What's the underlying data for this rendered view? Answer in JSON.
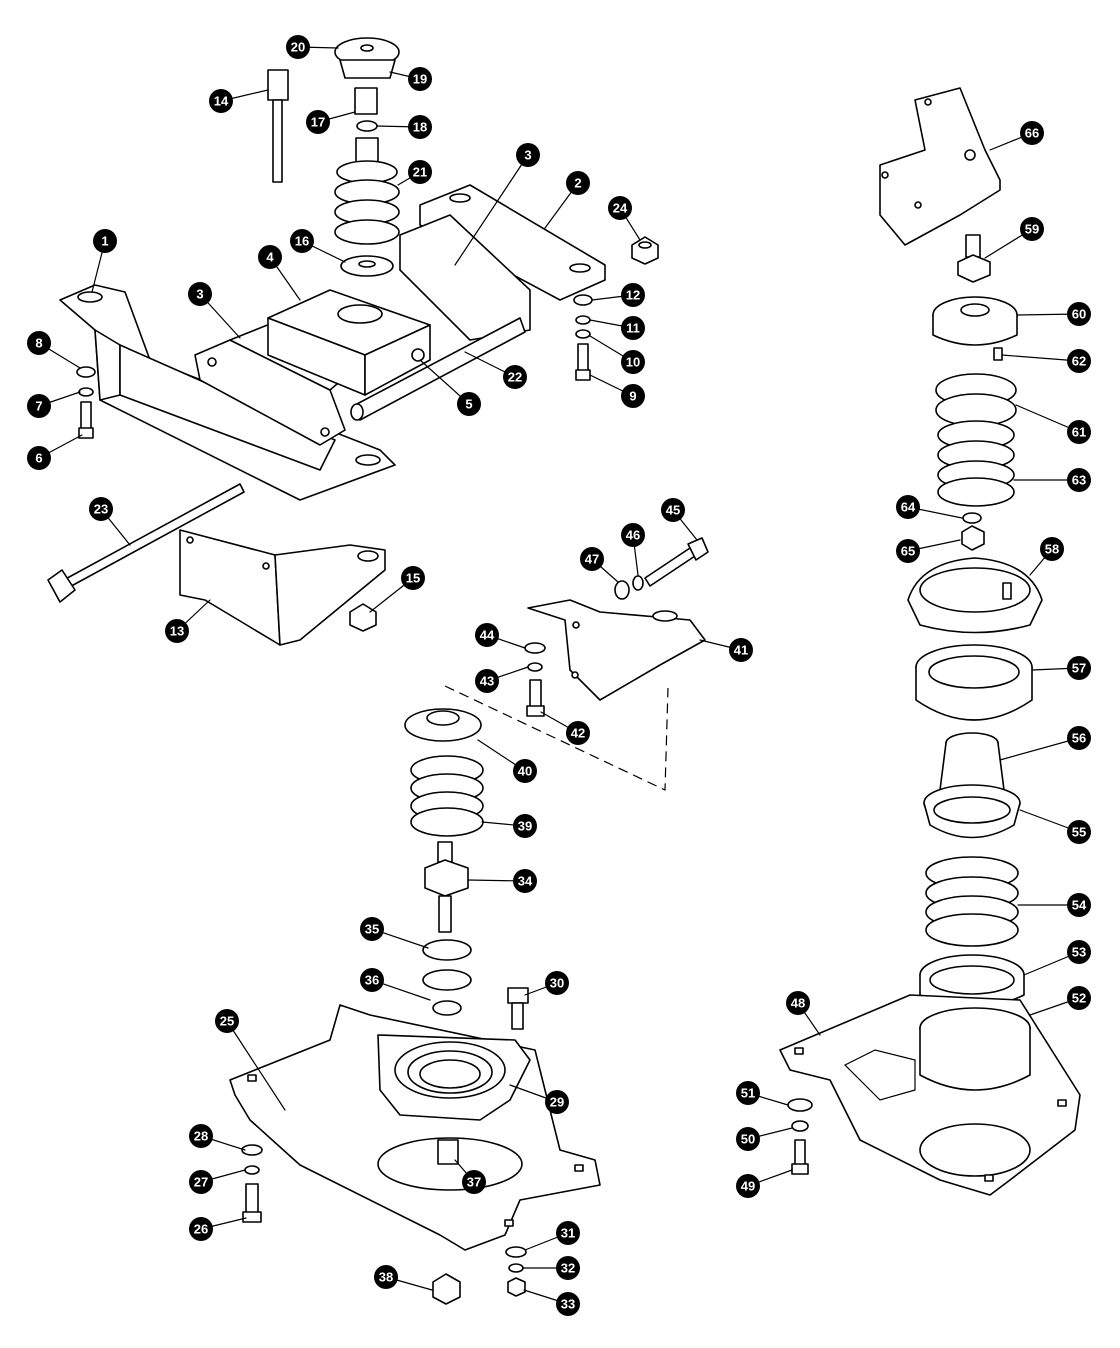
{
  "diagram": {
    "labels": [
      "1",
      "2",
      "3",
      "3",
      "4",
      "5",
      "6",
      "7",
      "8",
      "9",
      "10",
      "11",
      "12",
      "13",
      "14",
      "15",
      "16",
      "17",
      "18",
      "19",
      "20",
      "21",
      "22",
      "23",
      "24",
      "25",
      "26",
      "27",
      "28",
      "29",
      "30",
      "31",
      "32",
      "33",
      "34",
      "35",
      "36",
      "37",
      "38",
      "39",
      "40",
      "41",
      "42",
      "43",
      "44",
      "45",
      "46",
      "47",
      "48",
      "49",
      "50",
      "51",
      "52",
      "53",
      "54",
      "55",
      "56",
      "57",
      "58",
      "59",
      "60",
      "61",
      "62",
      "63",
      "64",
      "65",
      "66"
    ]
  }
}
